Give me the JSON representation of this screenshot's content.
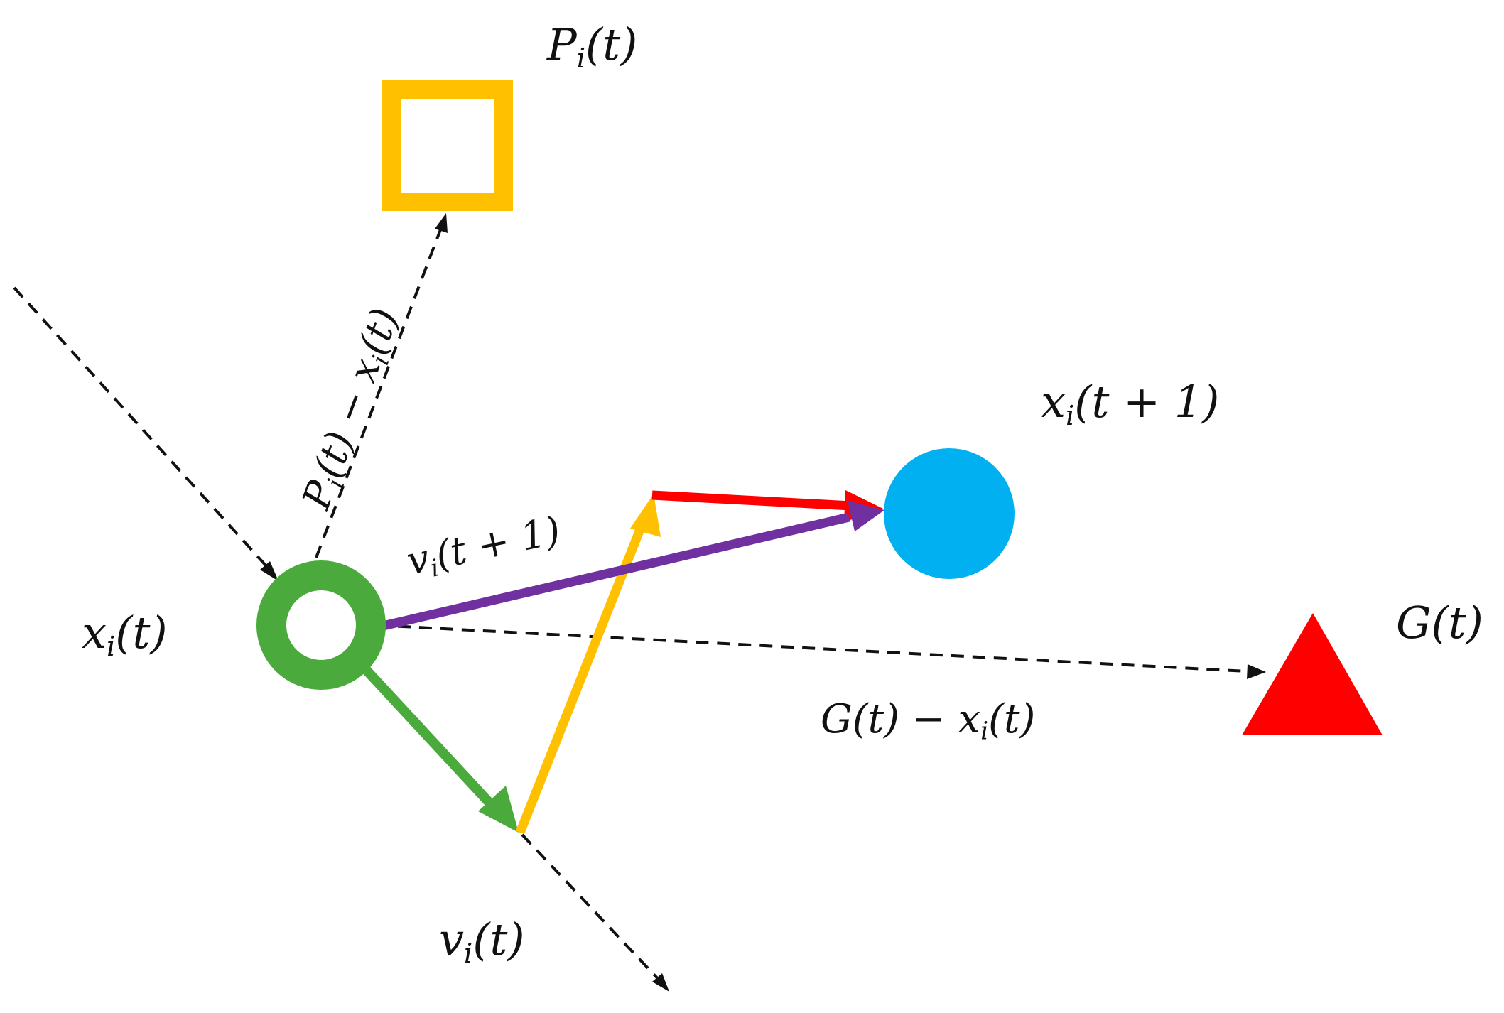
{
  "colors": {
    "green": "#4aaa3c",
    "gold": "#ffc000",
    "purple": "#7030a0",
    "red": "#ff0000",
    "blue": "#00b0f0",
    "dash": "#111111"
  },
  "labels": {
    "p_best": {
      "base": "P",
      "sub": "i",
      "rest": "(t)"
    },
    "g_best": {
      "base": "G",
      "sub": "",
      "rest": "(t)"
    },
    "x_current": {
      "base": "x",
      "sub": "i",
      "rest": "(t)"
    },
    "x_next": {
      "base": "x",
      "sub": "i",
      "rest": "(t + 1)"
    },
    "v_next": {
      "base": "v",
      "sub": "i",
      "rest": "(t + 1)"
    },
    "v_current": {
      "base": "v",
      "sub": "i",
      "rest": "(t)"
    },
    "p_diff": {
      "base": "P",
      "sub": "i",
      "mid": "(t) − ",
      "base2": "x",
      "sub2": "i",
      "rest": "(t)"
    },
    "g_diff": {
      "base": "G",
      "sub": "",
      "mid": "(t) − ",
      "base2": "x",
      "sub2": "i",
      "rest": "(t)"
    }
  }
}
